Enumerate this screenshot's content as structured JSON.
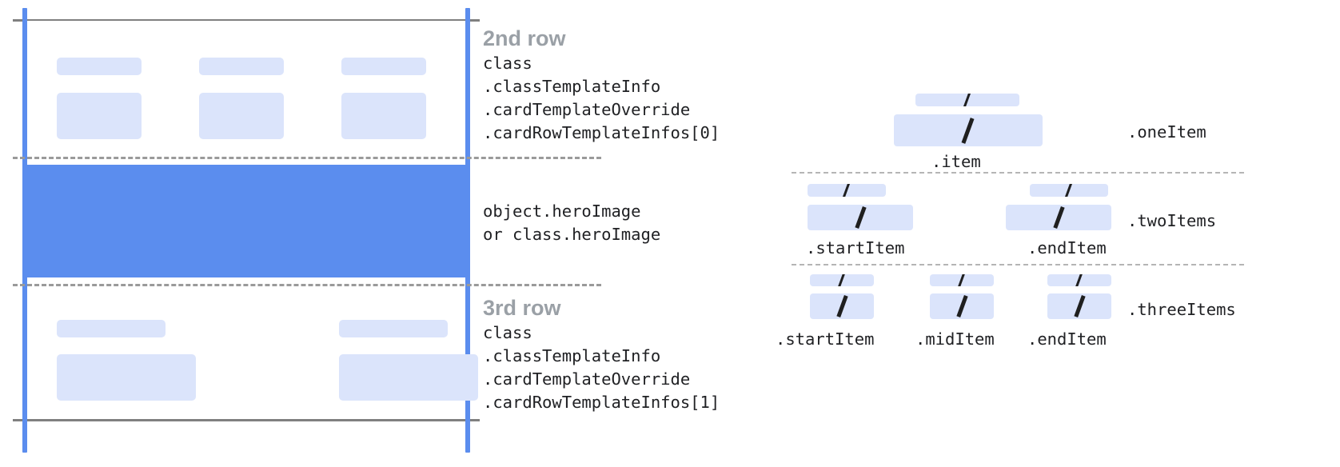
{
  "diagram": {
    "title_row2": "2nd row",
    "title_row3": "3rd row",
    "row2_code": "class\n.classTemplateInfo\n.cardTemplateOverride\n.cardRowTemplateInfos[0]",
    "hero_code": "object.heroImage\nor class.heroImage",
    "row3_code": "class\n.classTemplateInfo\n.cardTemplateOverride\n.cardRowTemplateInfos[1]",
    "colors": {
      "hero_blue": "#5b8dee",
      "placeholder_blue": "#dbe4fb",
      "rail_blue": "#5b8dee",
      "rule_gray": "#808080",
      "dash_gray": "#9a9a9a",
      "header_gray": "#9aa0a6",
      "code_text": "#202124"
    }
  },
  "layouts": {
    "one_item": {
      "name": ".oneItem",
      "items": [
        ".item"
      ]
    },
    "two_items": {
      "name": ".twoItems",
      "items": [
        ".startItem",
        ".endItem"
      ]
    },
    "three_items": {
      "name": ".threeItems",
      "items": [
        ".startItem",
        ".midItem",
        ".endItem"
      ]
    }
  }
}
